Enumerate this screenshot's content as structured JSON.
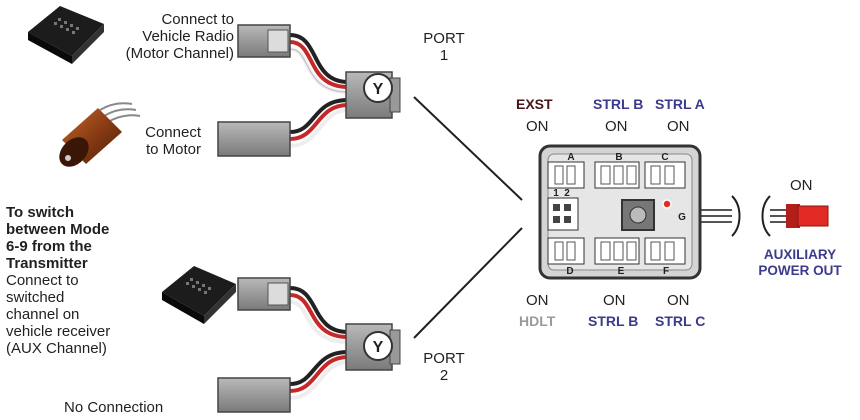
{
  "labels": {
    "connect_radio": [
      "Connect to",
      "Vehicle Radio",
      "(Motor Channel)"
    ],
    "connect_motor": [
      "Connect",
      "to Motor"
    ],
    "port1": [
      "PORT",
      "1"
    ],
    "port2": [
      "PORT",
      "2"
    ],
    "switch_heading": [
      "To switch",
      "between Mode",
      "6-9 from the",
      "Transmitter"
    ],
    "switch_body": [
      "Connect to",
      "switched",
      "channel on",
      "vehicle receiver",
      "(AUX Channel)"
    ],
    "no_connection": "No Connection",
    "aux_power": [
      "AUXILIARY",
      "POWER OUT"
    ],
    "aux_on": "ON"
  },
  "top_channels": [
    {
      "name": "EXST",
      "state": "ON",
      "color": "#4a1518"
    },
    {
      "name": "STRL B",
      "state": "ON",
      "color": "#3b3a8c"
    },
    {
      "name": "STRL A",
      "state": "ON",
      "color": "#3b3a8c"
    }
  ],
  "bottom_channels": [
    {
      "name": "HDLT",
      "state": "ON",
      "color": "#9a9a9a"
    },
    {
      "name": "STRL B",
      "state": "ON",
      "color": "#3b3a8c"
    },
    {
      "name": "STRL C",
      "state": "ON",
      "color": "#3b3a8c"
    }
  ],
  "module": {
    "top_ports": [
      "A",
      "B",
      "C"
    ],
    "bottom_ports": [
      "D",
      "E",
      "F"
    ],
    "side_port": [
      "1",
      "2"
    ],
    "g_label": "G",
    "y_label": "Y"
  },
  "colors": {
    "aux_label": "#3b3a8c",
    "led": "#e32b26",
    "plug_red": "#e32b26"
  }
}
